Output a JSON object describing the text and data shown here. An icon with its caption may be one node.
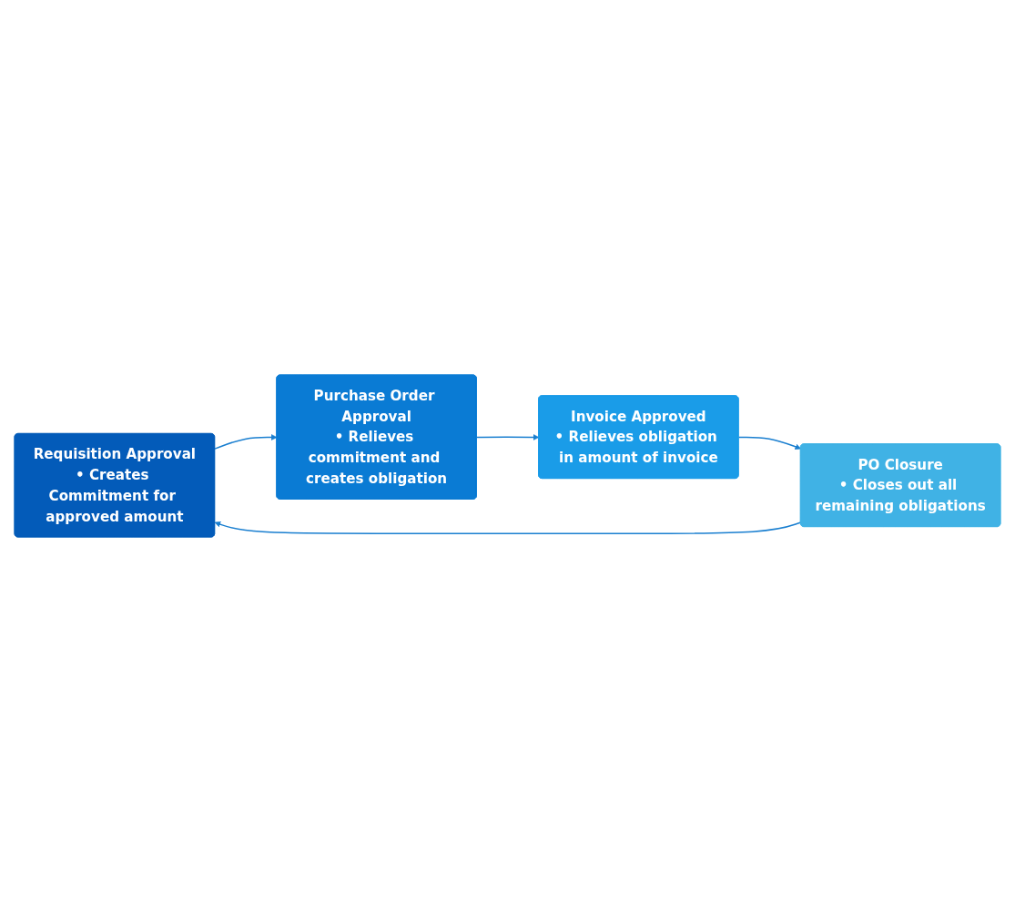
{
  "diagram": {
    "nodes": [
      {
        "text": [
          "Requisition Approval",
          "• Creates Commitment for approved amount"
        ]
      },
      {
        "text": [
          "Purchase Order Approval",
          "• Relieves commitment and creates obligation"
        ]
      },
      {
        "text": [
          "Invoice Approved",
          "• Relieves obligation in amount of invoice"
        ]
      },
      {
        "text": [
          "PO Closure",
          "• Closes out all remaining obligations"
        ]
      }
    ],
    "edges": [
      {
        "from": 0,
        "to": 1,
        "arrow": "to"
      },
      {
        "from": 1,
        "to": 2,
        "arrow": "to"
      },
      {
        "from": 2,
        "to": 3,
        "arrow": "to"
      },
      {
        "from": 3,
        "to": 0,
        "arrow": "to"
      }
    ]
  }
}
